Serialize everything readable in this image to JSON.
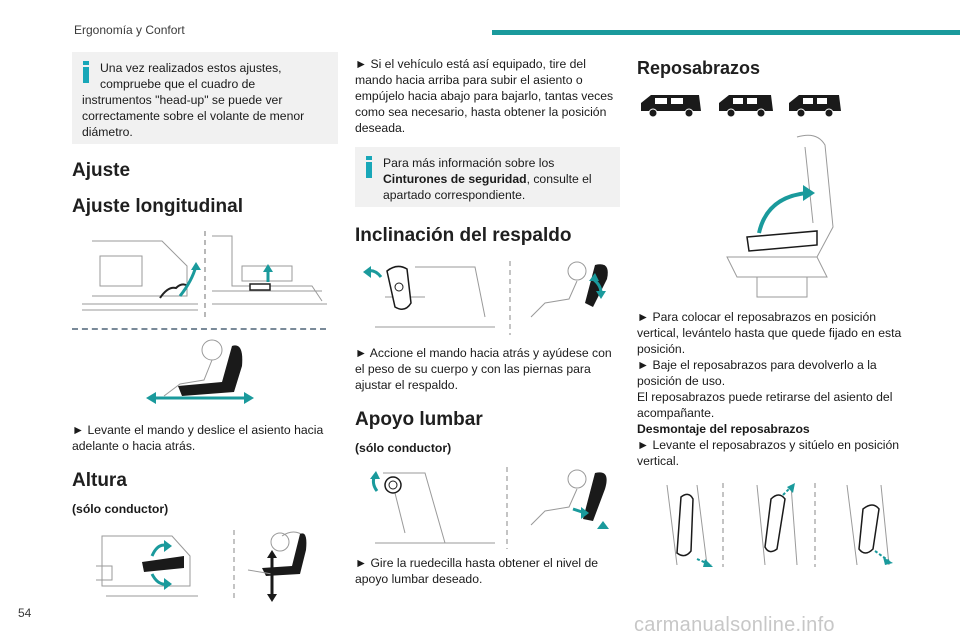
{
  "header": {
    "title": "Ergonomía y Confort"
  },
  "page_number": "54",
  "watermark": "carmanualsonline.info",
  "colors": {
    "accent": "#1a9a9c",
    "info_icon": "#18a7b8",
    "box_bg": "#f1f1f1"
  },
  "col1": {
    "info_text": "Una vez realizados estos ajustes, compruebe que el cuadro de instrumentos \"head-up\" se puede ver correctamente sobre el volante de menor diámetro.",
    "info_lead": "Una vez realizados estos ajustes, compruebe que el cuadro de",
    "info_rest": "instrumentos \"head-up\" se puede ver correctamente sobre el volante de menor diámetro.",
    "ajuste_title": "Ajuste",
    "longitudinal_title": "Ajuste longitudinal",
    "longitudinal_text": "► Levante el mando y deslice el asiento hacia adelante o hacia atrás.",
    "altura_title": "Altura",
    "altura_sub": "(sólo conductor)"
  },
  "col2": {
    "altura_text": "► Si el vehículo está así equipado, tire del mando hacia arriba para subir el asiento o empújelo hacia abajo para bajarlo, tantas veces como sea necesario, hasta obtener la posición deseada.",
    "info_lead": "Para más información sobre los",
    "info_bold": "Cinturones de seguridad",
    "info_rest": ", consulte el apartado correspondiente.",
    "respaldo_title": "Inclinación del respaldo",
    "respaldo_text": "► Accione el mando hacia atrás y ayúdese con el peso de su cuerpo y con las piernas para ajustar el respaldo.",
    "lumbar_title": "Apoyo lumbar",
    "lumbar_sub": "(sólo conductor)",
    "lumbar_text": "► Gire la ruedecilla hasta obtener el nivel de apoyo lumbar deseado."
  },
  "col3": {
    "title": "Reposabrazos",
    "p1": "► Para colocar el reposabrazos en posición vertical, levántelo hasta que quede fijado en esta posición.",
    "p2": "► Baje el reposabrazos para devolverlo a la posición de uso.",
    "p3": "El reposabrazos puede retirarse del asiento del acompañante.",
    "p4_title": "Desmontaje del reposabrazos",
    "p5": "► Levante el reposabrazos y sitúelo en posición vertical."
  }
}
